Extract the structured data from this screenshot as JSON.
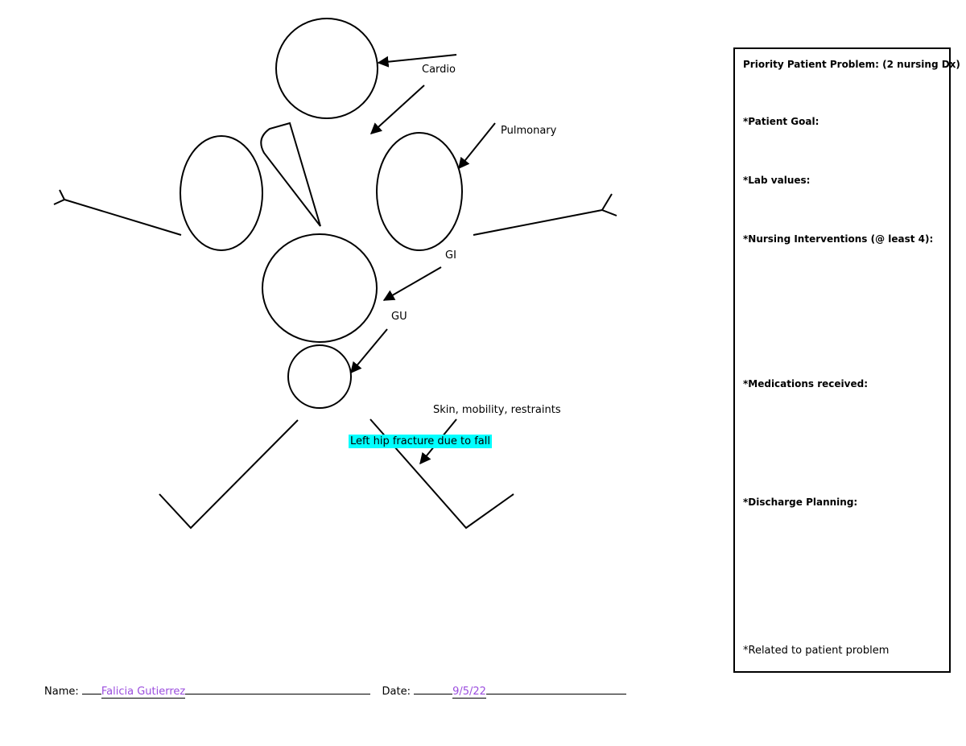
{
  "labels": {
    "cardio": "Cardio",
    "pulmonary": "Pulmonary",
    "gi": "GI",
    "gu": "GU",
    "skin": "Skin, mobility, restraints",
    "diagnosis": "Left hip fracture due to fall"
  },
  "care_box": {
    "priority_problem": "Priority Patient Problem: (2 nursing Dx)",
    "patient_goal": "*Patient Goal:",
    "lab_values": "*Lab values:",
    "nursing_interventions": "*Nursing Interventions (@ least 4):",
    "medications": "*Medications received:",
    "discharge": "*Discharge Planning:",
    "footnote": "*Related to patient problem"
  },
  "footer": {
    "name_label": "Name:",
    "name_value": "Falicia Gutierrez",
    "date_label": "Date:",
    "date_value": "9/5/22"
  },
  "colors": {
    "highlight": "#00ffff",
    "filled_text": "#9b4dde"
  }
}
